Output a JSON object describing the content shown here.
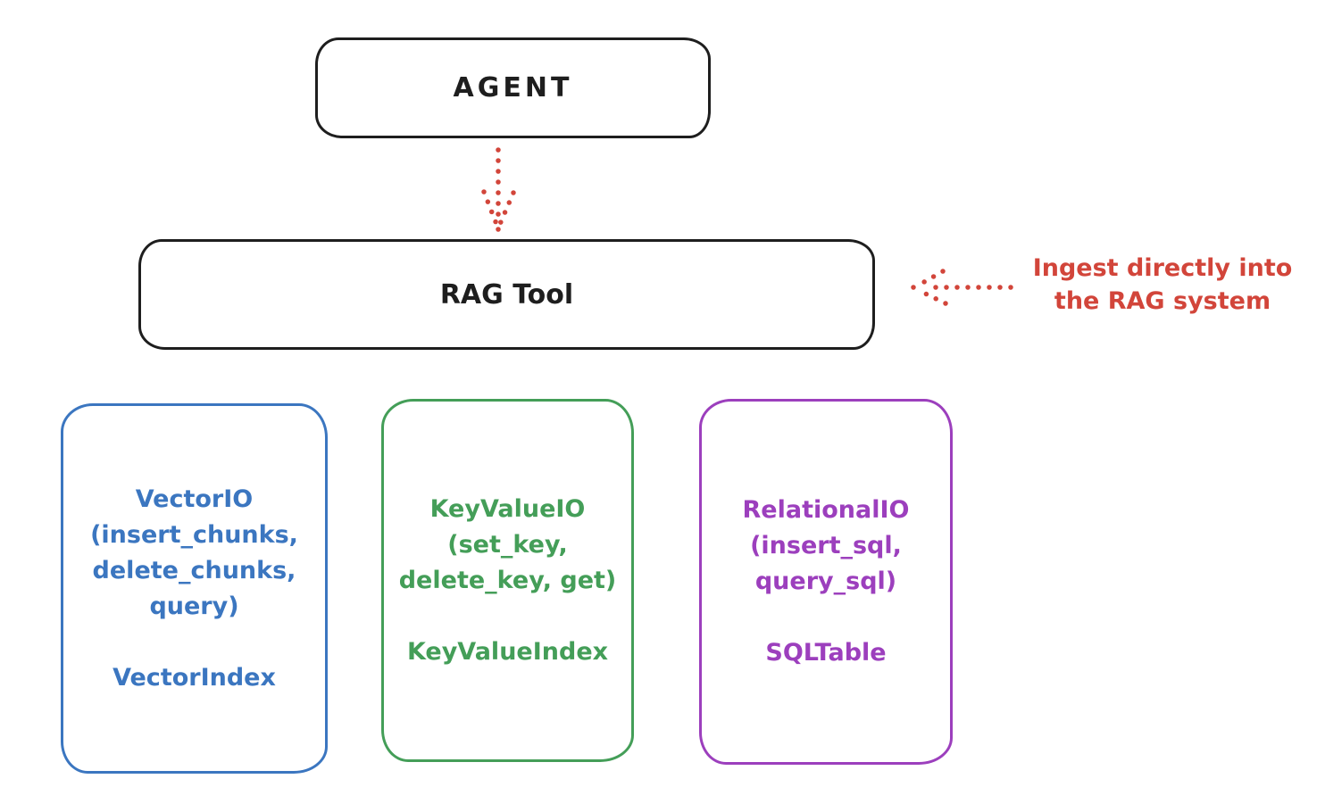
{
  "colors": {
    "bg": "#ffffff",
    "ink": "#1e1e1e",
    "red": "#d2453a",
    "blue": "#3b76c0",
    "green": "#449e58",
    "purple": "#9c3fbd"
  },
  "nodes": {
    "agent": {
      "label": "AGENT"
    },
    "rag_tool": {
      "label": "RAG Tool"
    },
    "vector": {
      "lines": [
        "VectorIO",
        "(insert_chunks,",
        "delete_chunks,",
        "query)"
      ],
      "index_label": "VectorIndex"
    },
    "keyvalue": {
      "lines": [
        "KeyValueIO",
        "(set_key,",
        "delete_key, get)"
      ],
      "index_label": "KeyValueIndex"
    },
    "relational": {
      "lines": [
        "RelationalIO",
        "(insert_sql,",
        "query_sql)"
      ],
      "index_label": "SQLTable"
    }
  },
  "annotation": {
    "line1": "Ingest directly into",
    "line2": "the RAG system"
  }
}
